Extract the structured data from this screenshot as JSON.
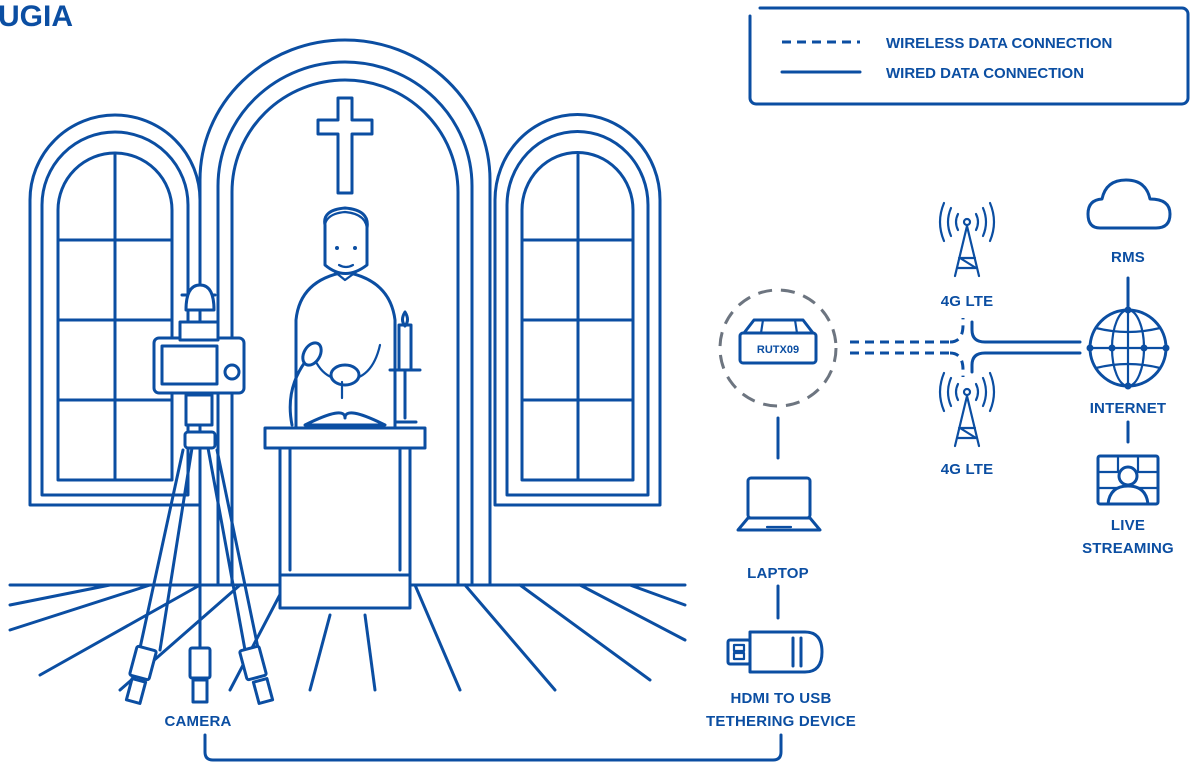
{
  "title": "UGIA",
  "legend": {
    "wireless": "WIRELESS DATA CONNECTION",
    "wired": "WIRED DATA CONNECTION"
  },
  "labels": {
    "camera": "CAMERA",
    "laptop": "LAPTOP",
    "tether_line1": "HDMI TO USB",
    "tether_line2": "TETHERING DEVICE",
    "router": "RUTX09",
    "lte_top": "4G LTE",
    "lte_bottom": "4G LTE",
    "rms": "RMS",
    "internet": "INTERNET",
    "live_line1": "LIVE",
    "live_line2": "STREAMING"
  },
  "colors": {
    "primary": "#0b4ea2",
    "dashed_circle": "#6d7580"
  }
}
